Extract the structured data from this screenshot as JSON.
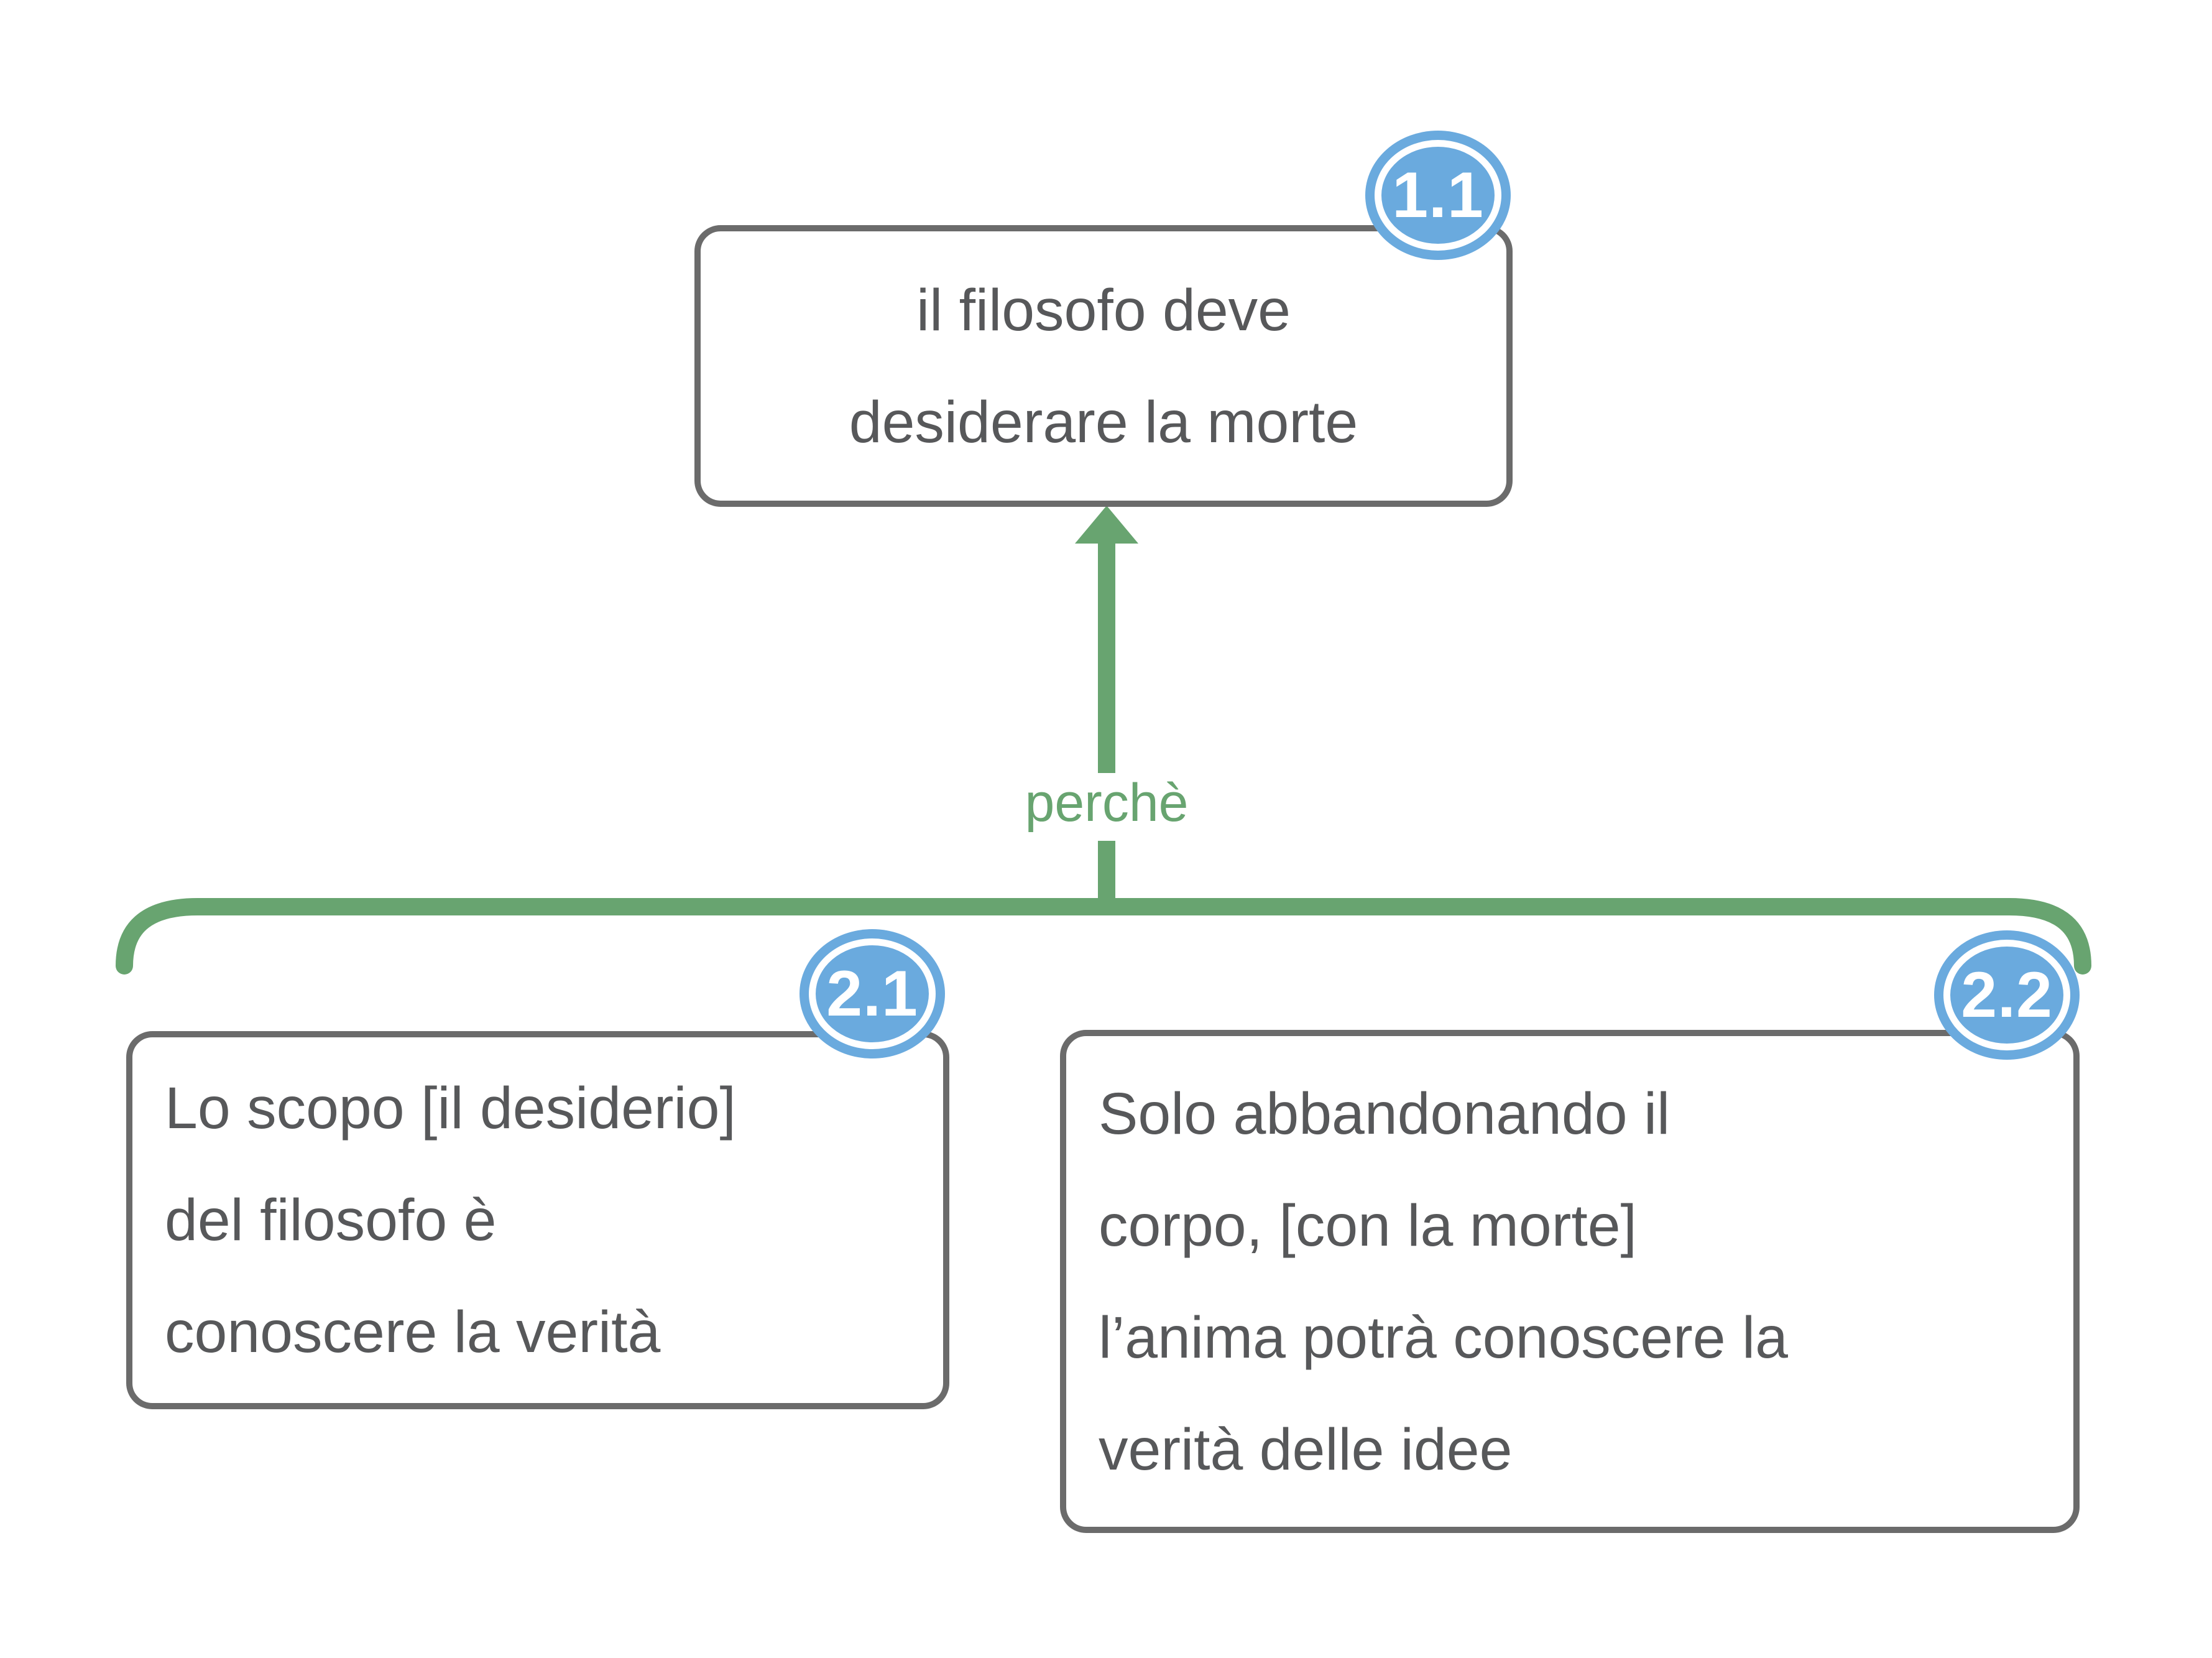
{
  "canvas": {
    "background": "#ffffff"
  },
  "colors": {
    "connector_green": "#68a470",
    "badge_blue": "#6aaade",
    "box_border_gray": "#6b6b6b",
    "text_gray": "#57585a",
    "badge_text": "#ffffff"
  },
  "nodes": [
    {
      "id": "1.1",
      "badge": "1.1",
      "lines": [
        "il filosofo deve",
        "desiderare la morte"
      ]
    },
    {
      "id": "2.1",
      "badge": "2.1",
      "lines": [
        "Lo scopo [il desiderio]",
        "del filosofo è",
        "conoscere la verità"
      ]
    },
    {
      "id": "2.2",
      "badge": "2.2",
      "lines": [
        "Solo abbandonando il",
        "corpo, [con la morte]",
        "l’anima potrà conoscere la",
        "verità delle idee"
      ]
    }
  ],
  "connector": {
    "label": "perchè",
    "from": [
      "2.1",
      "2.2"
    ],
    "to": "1.1"
  }
}
